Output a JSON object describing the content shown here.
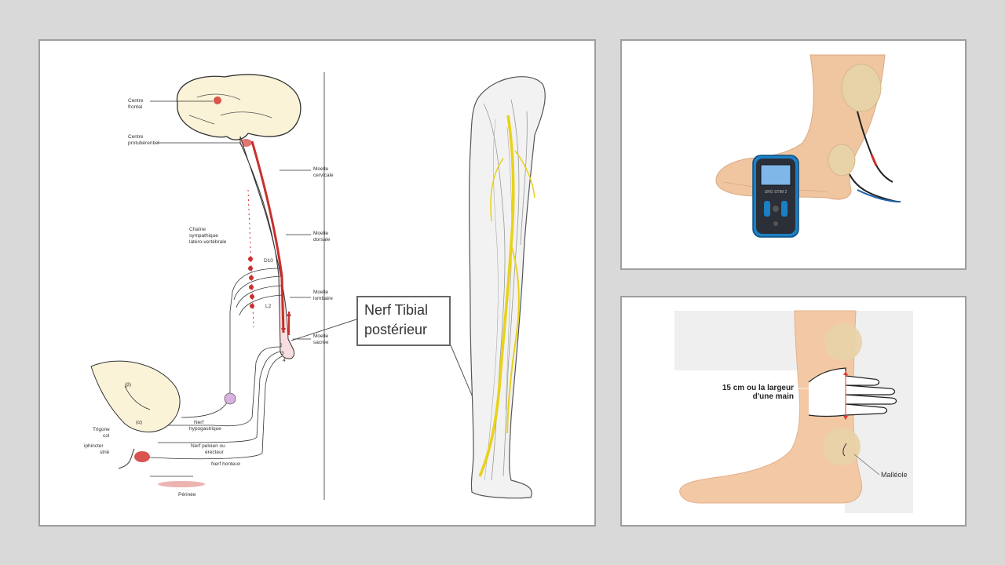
{
  "diagram": {
    "labels": {
      "centre_frontal": [
        "Centre",
        "frontal"
      ],
      "centre_protuberentiel": [
        "Centre",
        "protubérentiel"
      ],
      "moelle_cervicale": [
        "Moelle",
        "cervicale"
      ],
      "moelle_dorsale": [
        "Moelle",
        "dorsale"
      ],
      "moelle_lombaire": [
        "Moelle",
        "lombaire"
      ],
      "moelle_sacree": [
        "Moelle",
        "sacrée"
      ],
      "chaine_sympathique": [
        "Chaîne",
        "sympathique",
        "latéro-vertébrale"
      ],
      "d10": "D10",
      "l2": "L2",
      "beta": "(β)",
      "alpha": "(α)",
      "trigone_col": [
        "Trigone",
        "col"
      ],
      "sphincter_strie": [
        "iphincter",
        "strié"
      ],
      "nerf_hypogastrique": [
        "Nerf",
        "hypogastrique"
      ],
      "nerf_pelvien": [
        "Nerf pelvien ou",
        "érecteur"
      ],
      "nerf_honteux": "Nerf honteux",
      "perinee": "Périnée",
      "s_marks": [
        "2",
        "3",
        "4"
      ]
    },
    "callout": {
      "line1": "Nerf Tibial",
      "line2": "postérieur"
    }
  },
  "placement": {
    "hand_label_line1": "15 cm ou la largeur",
    "hand_label_line2": "d'une main",
    "malleole": "Malléole"
  },
  "device": {
    "screen_text": "URO STIM 2"
  },
  "colors": {
    "slide_bg": "#d9d9d9",
    "panel_border": "#9e9e9e",
    "nerve_yellow": "#e8d21a",
    "spinal_red": "#d9534f",
    "device_blue": "#1c7fc4",
    "electrode_tan": "#e8d2a8",
    "skin": "#f3c9a5"
  }
}
